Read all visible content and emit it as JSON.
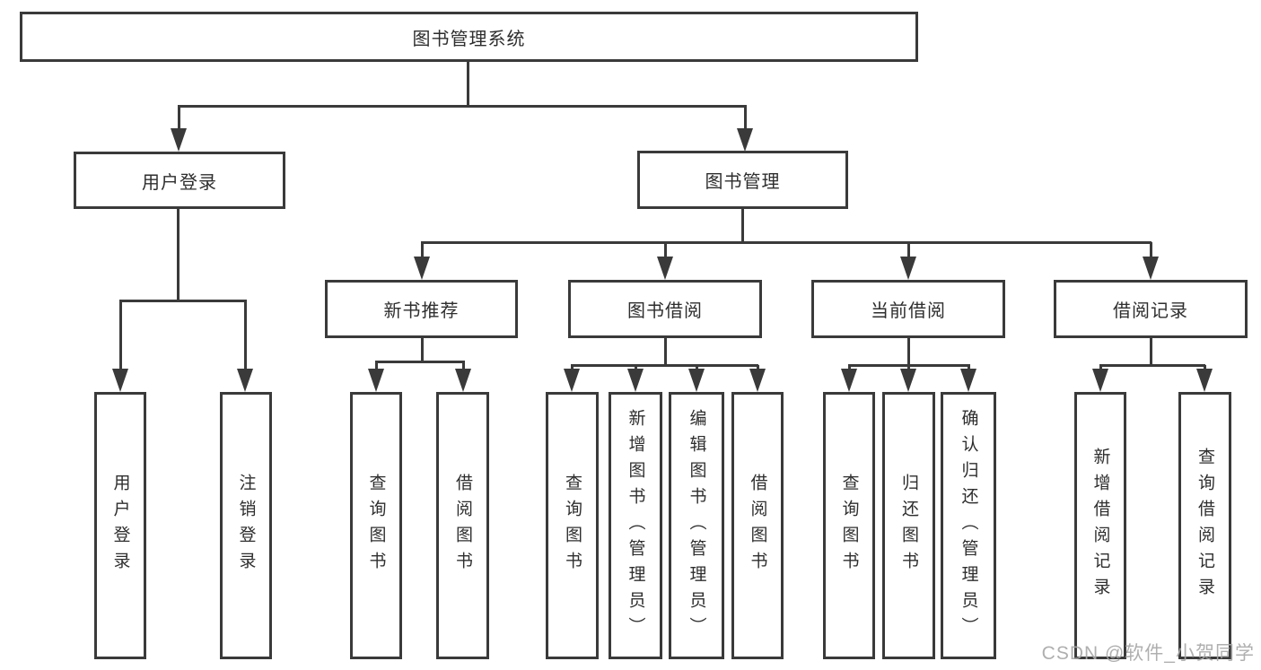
{
  "tree": {
    "label": "图书管理系统",
    "children": [
      {
        "label": "用户登录",
        "children": [
          {
            "label": "用户登录"
          },
          {
            "label": "注销登录"
          }
        ]
      },
      {
        "label": "图书管理",
        "children": [
          {
            "label": "新书推荐",
            "children": [
              {
                "label": "查询图书"
              },
              {
                "label": "借阅图书"
              }
            ]
          },
          {
            "label": "图书借阅",
            "children": [
              {
                "label": "查询图书"
              },
              {
                "label": "新增图书（管理员）"
              },
              {
                "label": "编辑图书（管理员）"
              },
              {
                "label": "借阅图书"
              }
            ]
          },
          {
            "label": "当前借阅",
            "children": [
              {
                "label": "查询图书"
              },
              {
                "label": "归还图书"
              },
              {
                "label": "确认归还（管理员）"
              }
            ]
          },
          {
            "label": "借阅记录",
            "children": [
              {
                "label": "新增借阅记录"
              },
              {
                "label": "查询借阅记录"
              }
            ]
          }
        ]
      }
    ]
  },
  "watermark": "CSDN @软件_小贺同学",
  "colors": {
    "line": "#3a3a3a",
    "text": "#2e2e2e",
    "background": "#ffffff",
    "watermark": "#a8a8a8"
  }
}
